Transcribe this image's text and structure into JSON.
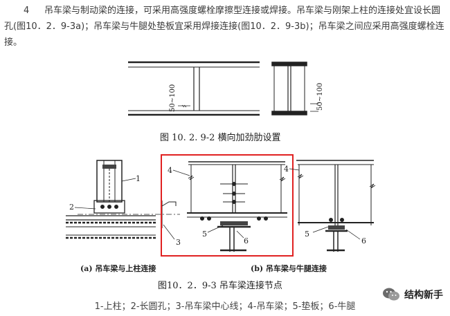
{
  "paragraph": {
    "index": "4",
    "text": "吊车梁与制动梁的连接，可采用高强度螺栓摩擦型连接或焊接。吊车梁与刚架上柱的连接处宜设长圆孔(图10．2．9-3a)；吊车梁与牛腿处垫板宜采用焊接连接(图10．2．9-3b)；吊车梁之间应采用高强度螺栓连接。"
  },
  "figure_top": {
    "caption": "图 10. 2. 9-2   横向加劲肋设置",
    "dim_label_left": "50~100",
    "dim_label_right": "50~100"
  },
  "figure_bottom": {
    "label_1": "1",
    "label_2": "2",
    "label_3": "3",
    "label_4a": "4",
    "label_4b": "4",
    "label_5a": "5",
    "label_5b": "5",
    "label_6a": "6",
    "label_6b": "6",
    "subcaption_a": "(a)  吊车梁与上柱连接",
    "subcaption_b": "(b)  吊车梁与牛腿连接",
    "caption": "图10．2．9-3   吊车梁连接节点",
    "highlight_color": "#e02020"
  },
  "legend": "1-上柱；2-长圆孔；3-吊车梁中心线；4-吊车梁；5-垫板；6-牛腿",
  "watermark": {
    "text": "结构新手",
    "icon": "wechat-logo-icon"
  }
}
